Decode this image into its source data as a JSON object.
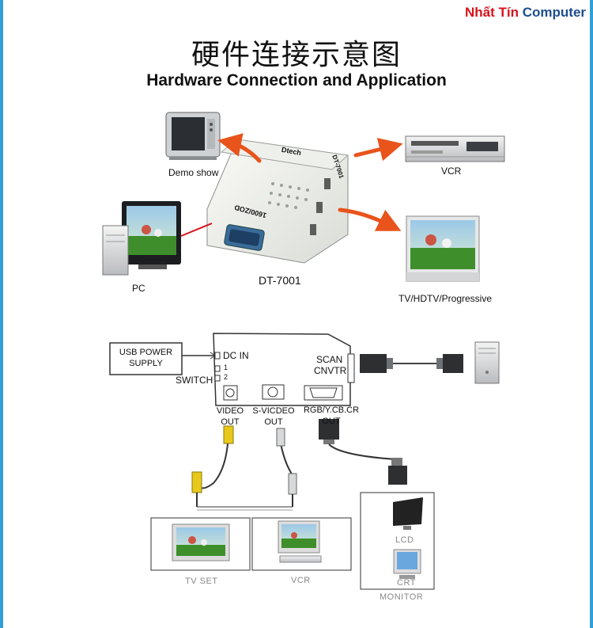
{
  "brand": {
    "part1": "Nhất Tín",
    "part2": "Computer"
  },
  "title_cn": "硬件连接示意图",
  "title_en": "Hardware Connection and Application",
  "top_diagram": {
    "device_model": "DT-7001",
    "device_brand": "Dtech",
    "device_side_label": "DT-7001",
    "device_face_label": "1600/ZOD",
    "labels": {
      "demo": "Demo show",
      "vcr": "VCR",
      "pc": "PC",
      "tv": "TV/HDTV/Progressive"
    }
  },
  "bottom_diagram": {
    "usb_power": [
      "USB POWER",
      "SUPPLY"
    ],
    "dc_in": "DC IN",
    "switch": "SWITCH",
    "switch_pos": [
      "1",
      "2"
    ],
    "scan": "SCAN",
    "cnvtr": "CNVTR",
    "video_out": [
      "VIDEO",
      "OUT"
    ],
    "svideo_out": [
      "S-VICDEO",
      "OUT"
    ],
    "rgb_out": [
      "RGB/Y.CB.CR",
      "OUT"
    ],
    "lcd": "LCD",
    "crt": "CRT",
    "tv_set": "TV SET",
    "vcr": "VCR",
    "monitor": "MONITOR"
  },
  "colors": {
    "arrow": "#e8541c",
    "red_line": "#d8121b",
    "frame": "#2f9fd8",
    "grass": "#3e8f2c"
  }
}
